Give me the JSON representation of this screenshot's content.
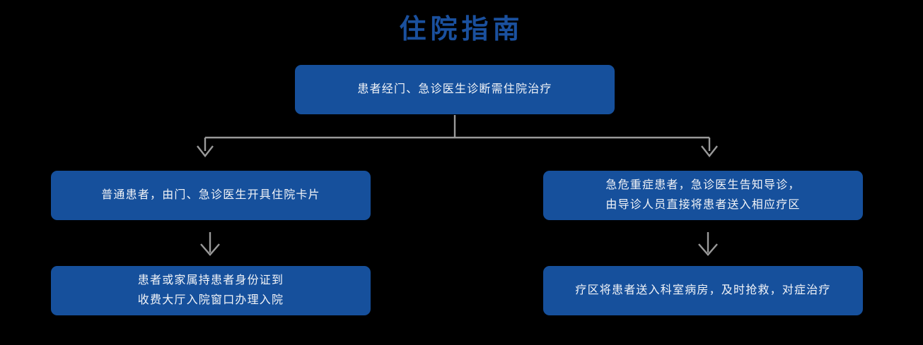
{
  "title": "住院指南",
  "colors": {
    "background": "#000000",
    "node_fill": "#16509c",
    "node_text": "#f2f4f8",
    "title_text": "#1a509e",
    "connector": "#9a9a9a"
  },
  "nodes": {
    "top": {
      "lines": [
        "患者经门、急诊医生诊断需住院治疗"
      ]
    },
    "left_mid": {
      "lines": [
        "普通患者，由门、急诊医生开具住院卡片"
      ]
    },
    "right_mid": {
      "lines": [
        "急危重症患者，急诊医生告知导诊，",
        "由导诊人员直接将患者送入相应疗区"
      ]
    },
    "left_bottom": {
      "lines": [
        "患者或家属持患者身份证到",
        "收费大厅入院窗口办理入院"
      ]
    },
    "right_bottom": {
      "lines": [
        "疗区将患者送入科室病房，及时抢救，对症治疗"
      ]
    }
  },
  "connectors": [
    {
      "name": "top-to-split",
      "from": "top",
      "to": [
        "left_mid",
        "right_mid"
      ],
      "shape": "fork-down"
    },
    {
      "name": "left-mid-to-left-bottom",
      "from": "left_mid",
      "to": [
        "left_bottom"
      ],
      "shape": "arrow-down"
    },
    {
      "name": "right-mid-to-right-bottom",
      "from": "right_mid",
      "to": [
        "right_bottom"
      ],
      "shape": "arrow-down"
    }
  ]
}
